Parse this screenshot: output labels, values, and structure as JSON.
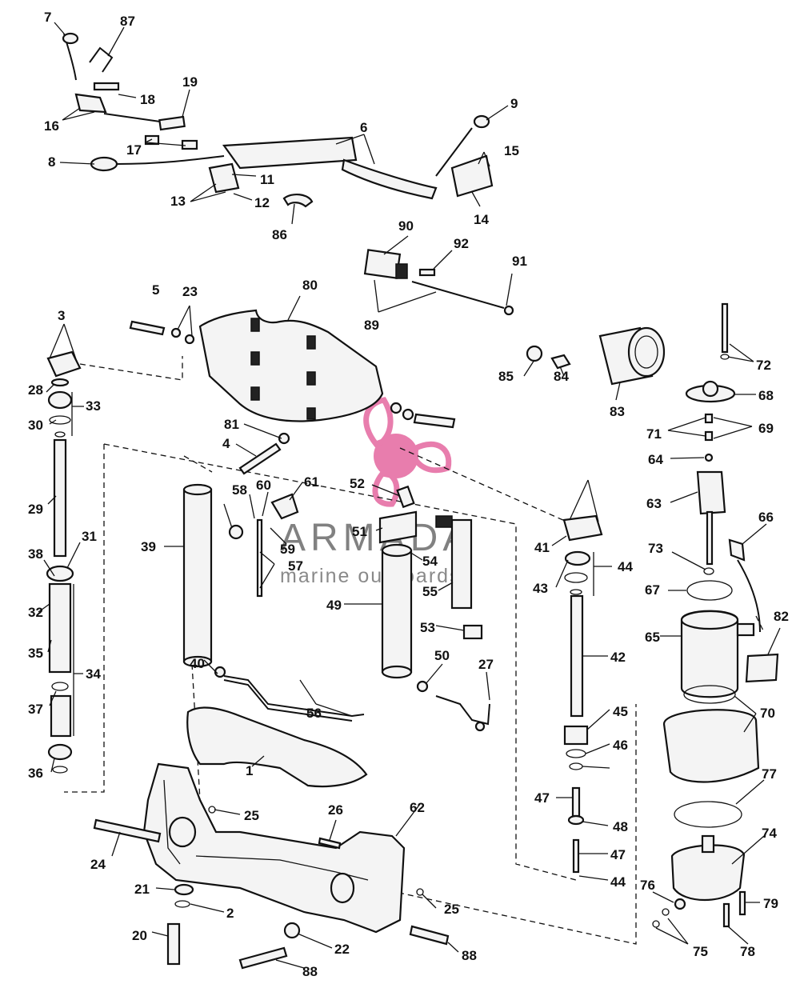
{
  "watermark": {
    "title": "ARMADA",
    "subtitle": "marine outboards",
    "accent_color": "#e4679f"
  },
  "callouts": [
    "7",
    "87",
    "16",
    "18",
    "19",
    "17",
    "8",
    "6",
    "9",
    "15",
    "11",
    "13",
    "12",
    "14",
    "86",
    "90",
    "92",
    "91",
    "89",
    "80",
    "5",
    "23",
    "3",
    "28",
    "30",
    "33",
    "81",
    "4",
    "29",
    "31",
    "38",
    "32",
    "35",
    "34",
    "37",
    "36",
    "39",
    "58",
    "60",
    "61",
    "59",
    "57",
    "40",
    "56",
    "52",
    "51",
    "54",
    "55",
    "53",
    "49",
    "50",
    "27",
    "41",
    "43",
    "44",
    "42",
    "45",
    "46",
    "47",
    "48",
    "85",
    "84",
    "83",
    "72",
    "68",
    "71",
    "69",
    "64",
    "63",
    "66",
    "73",
    "67",
    "65",
    "82",
    "70",
    "77",
    "74",
    "76",
    "79",
    "75",
    "78",
    "1",
    "25",
    "62",
    "26",
    "24",
    "21",
    "2",
    "20",
    "22",
    "88"
  ]
}
